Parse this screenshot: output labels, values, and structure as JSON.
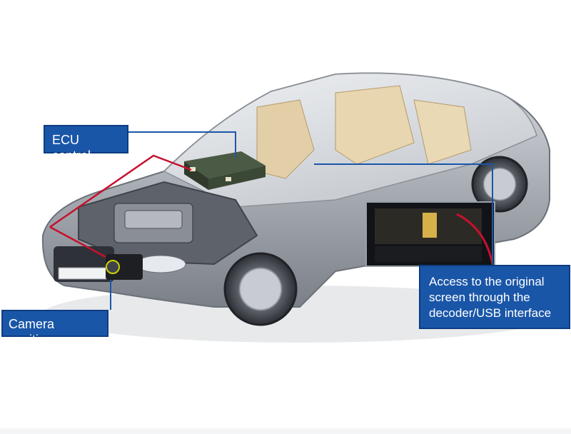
{
  "labels": {
    "ecu": "ECU control",
    "camera": "Camera position",
    "usb_line1": "Access to the original",
    "usb_line2": "screen through the",
    "usb_line3": "decoder/USB interface"
  },
  "colors": {
    "label_bg": "#1a56a8",
    "label_text": "#ffffff",
    "leader_line_blue": "#1a56a8",
    "camera_path_red": "#c8102e",
    "car_body": "#a9adb3"
  },
  "icons": [
    "ecu-box-icon",
    "camera-icon",
    "dashboard-screen-icon"
  ]
}
